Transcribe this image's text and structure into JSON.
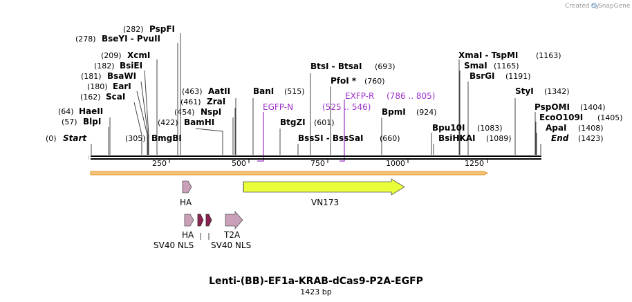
{
  "credit": "Created by SnapGene",
  "title": "Lenti-(BB)-EF1a-KRAB-dCas9-P2A-EGFP",
  "length_label": "1423 bp",
  "ruler_ticks": [
    "250",
    "500",
    "750",
    "1000",
    "1250"
  ],
  "sites": [
    {
      "label": "Start",
      "pos": "(0)",
      "italic": true
    },
    {
      "label": "BlpI",
      "pos": "(57)"
    },
    {
      "label": "HaeII",
      "pos": "(64)"
    },
    {
      "label": "ScaI",
      "pos": "(162)"
    },
    {
      "label": "EarI",
      "pos": "(180)"
    },
    {
      "label": "BsaWI",
      "pos": "(181)"
    },
    {
      "label": "BsiEI",
      "pos": "(182)"
    },
    {
      "label": "XcmI",
      "pos": "(209)"
    },
    {
      "label": "BseYI - PvuII",
      "pos": "(278)"
    },
    {
      "label": "PspFI",
      "pos": "(282)"
    },
    {
      "label": "BmgBI",
      "pos": "(305)"
    },
    {
      "label": "BamHI",
      "pos": "(422)"
    },
    {
      "label": "NspI",
      "pos": "(454)"
    },
    {
      "label": "ZraI",
      "pos": "(461)"
    },
    {
      "label": "AatII",
      "pos": "(463)"
    },
    {
      "label": "BanI",
      "pos": "(515)"
    },
    {
      "label": "BtgZI",
      "pos": "(601)"
    },
    {
      "label": "BssSI - BssSaI",
      "pos": "(660)"
    },
    {
      "label": "BtsI - BtsaI",
      "pos": "(693)"
    },
    {
      "label": "PfoI *",
      "pos": "(760)"
    },
    {
      "label": "BpmI",
      "pos": "(924)"
    },
    {
      "label": "Bpu10I",
      "pos": "(1083)"
    },
    {
      "label": "BsiHKAI",
      "pos": "(1089)"
    },
    {
      "label": "XmaI - TspMI",
      "pos": "(1163)"
    },
    {
      "label": "SmaI",
      "pos": "(1165)"
    },
    {
      "label": "BsrGI",
      "pos": "(1191)"
    },
    {
      "label": "StyI",
      "pos": "(1342)"
    },
    {
      "label": "PspOMI",
      "pos": "(1404)"
    },
    {
      "label": "EcoO109I",
      "pos": "(1405)"
    },
    {
      "label": "ApaI",
      "pos": "(1408)"
    },
    {
      "label": "End",
      "pos": "(1423)",
      "italic": true
    }
  ],
  "primers": [
    {
      "label": "EGFP-N",
      "range": "(525 .. 546)"
    },
    {
      "label": "EXFP-R",
      "range": "(786 .. 805)"
    }
  ],
  "features": [
    {
      "label": "HA",
      "color": "#c9a0b8"
    },
    {
      "label": "VN173",
      "color": "#e9ff3a"
    },
    {
      "label": "HA",
      "color": "#c9a0b8"
    },
    {
      "label": "SV40 NLS",
      "color": "#8b2252"
    },
    {
      "label": "SV40 NLS",
      "color": "#8b2252"
    },
    {
      "label": "T2A",
      "color": "#c9a0b8"
    }
  ],
  "colors": {
    "orf_fill": "#f5c27a",
    "orf_stroke": "#e39a2f",
    "primer": "#9b30c8",
    "backbone": "#000000"
  }
}
